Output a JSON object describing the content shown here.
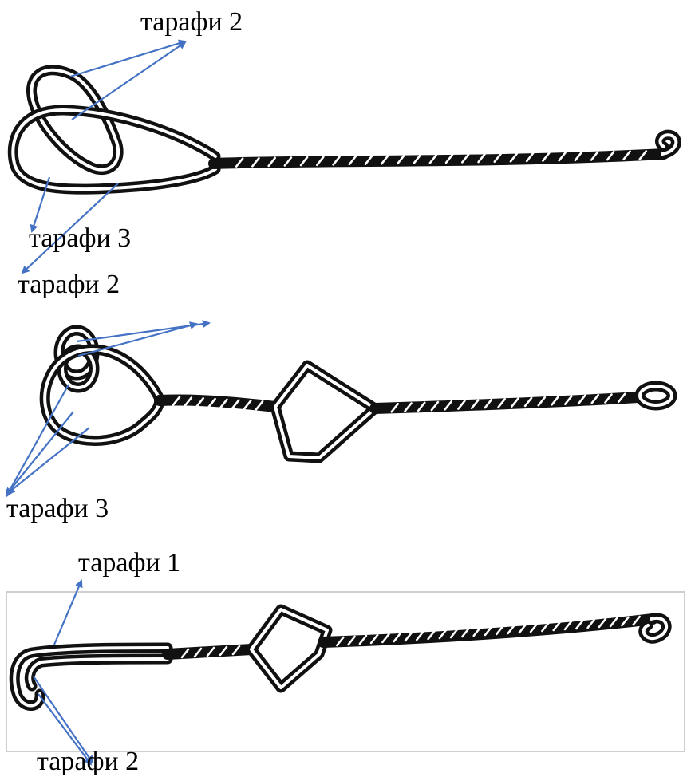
{
  "labels": {
    "top_panel": {
      "upper": "тарафи 2",
      "lower": "тарафи 3"
    },
    "middle_panel": {
      "upper": "тарафи 2",
      "lower": "тарафи 3"
    },
    "bottom_panel": {
      "upper": "тарафи 1",
      "lower": "тарафи 2"
    }
  },
  "colors": {
    "arrow": "#4472c4",
    "wire": "#111111",
    "background": "#ffffff",
    "text": "#000000"
  }
}
